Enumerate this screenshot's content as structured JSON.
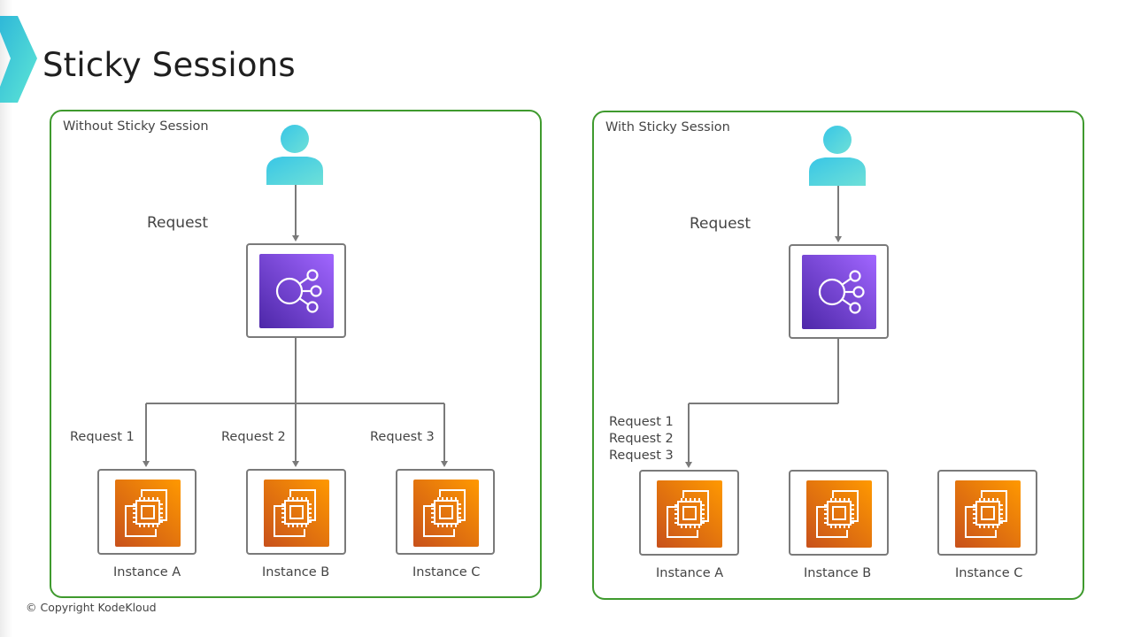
{
  "title": "Sticky Sessions",
  "copyright": "© Copyright KodeKloud",
  "colors": {
    "panel_border": "#3f9a2e",
    "user": "#4fd1dc",
    "load_balancer": "#7b3fe4",
    "instance": "#e8711d",
    "arrow": "#7a7a7a"
  },
  "panels": [
    {
      "title": "Without Sticky Session",
      "user_icon": "user-icon",
      "request_label": "Request",
      "load_balancer_icon": "elastic-load-balancer-icon",
      "request_labels": [
        "Request 1",
        "Request 2",
        "Request 3"
      ],
      "instances": [
        {
          "label": "Instance A",
          "icon": "ec2-instance-icon"
        },
        {
          "label": "Instance B",
          "icon": "ec2-instance-icon"
        },
        {
          "label": "Instance C",
          "icon": "ec2-instance-icon"
        }
      ]
    },
    {
      "title": "With Sticky Session",
      "user_icon": "user-icon",
      "request_label": "Request",
      "load_balancer_icon": "elastic-load-balancer-icon",
      "request_labels": [
        "Request 1",
        "Request 2",
        "Request 3"
      ],
      "instances": [
        {
          "label": "Instance A",
          "icon": "ec2-instance-icon"
        },
        {
          "label": "Instance B",
          "icon": "ec2-instance-icon"
        },
        {
          "label": "Instance C",
          "icon": "ec2-instance-icon"
        }
      ]
    }
  ]
}
